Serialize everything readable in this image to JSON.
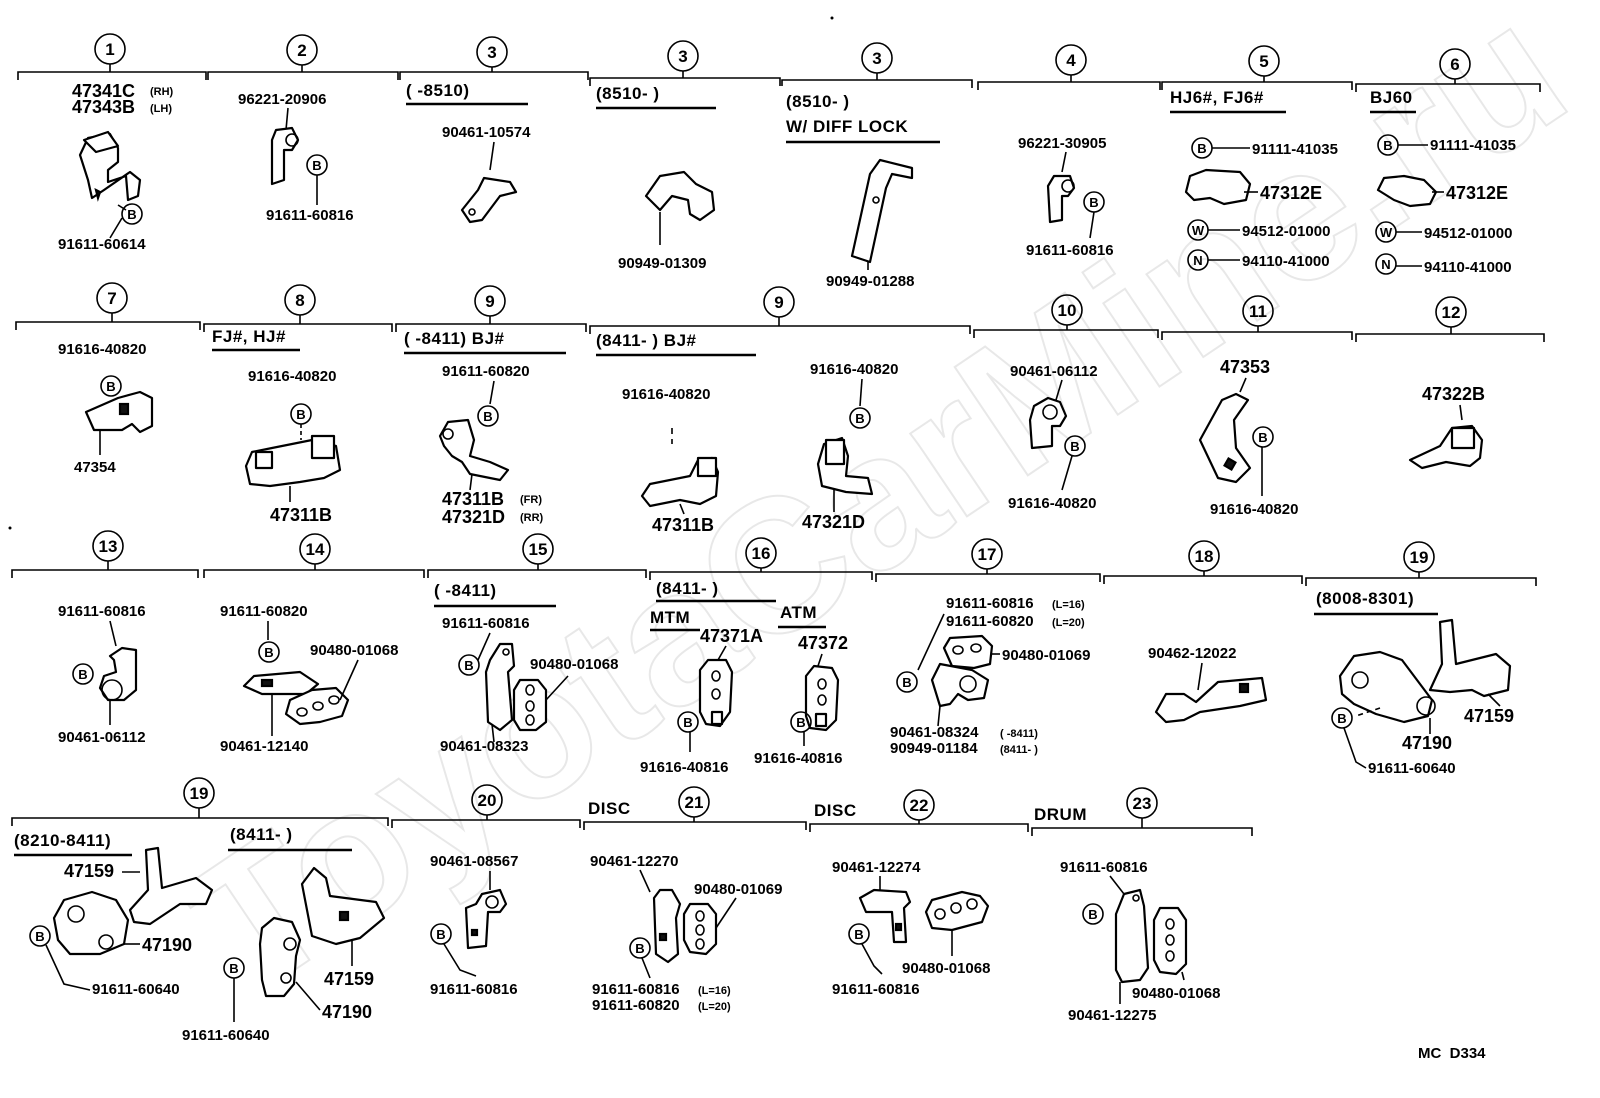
{
  "watermark": "ToyotaCarMine.ru",
  "footer_code": "MC  D334",
  "sections": [
    {
      "num": "1",
      "ref": [
        {
          "t": "47341C",
          "s": "(RH)"
        },
        {
          "t": "47343B",
          "s": "(LH)"
        }
      ],
      "labels": [
        "91611-60614"
      ],
      "letters": [
        "B"
      ]
    },
    {
      "num": "2",
      "labels": [
        "96221-20906",
        "91611-60816"
      ],
      "letters": [
        "B"
      ]
    },
    {
      "num": "3",
      "cond": "(      -8510)",
      "labels": [
        "90461-10574"
      ]
    },
    {
      "num": "3",
      "cond": "(8510-        )",
      "labels": [
        "90949-01309"
      ]
    },
    {
      "num": "3",
      "cond": "(8510-        )",
      "cond2": "W/ DIFF  LOCK",
      "labels": [
        "90949-01288"
      ]
    },
    {
      "num": "4",
      "labels": [
        "96221-30905",
        "91611-60816"
      ],
      "letters": [
        "B"
      ]
    },
    {
      "num": "5",
      "cond": "HJ6#, FJ6#",
      "labels": [
        "91111-41035",
        "47312E",
        "94512-01000",
        "94110-41000"
      ],
      "letters": [
        "B",
        "W",
        "N"
      ]
    },
    {
      "num": "6",
      "cond": "BJ60",
      "labels": [
        "91111-41035",
        "47312E",
        "94512-01000",
        "94110-41000"
      ],
      "letters": [
        "B",
        "W",
        "N"
      ]
    },
    {
      "num": "7",
      "labels": [
        "91616-40820",
        "47354"
      ],
      "letters": [
        "B"
      ]
    },
    {
      "num": "8",
      "cond": "FJ#, HJ#",
      "labels": [
        "91616-40820",
        "47311B"
      ],
      "letters": [
        "B"
      ]
    },
    {
      "num": "9",
      "cond": "(      -8411) BJ#",
      "labels": [
        "91611-60820"
      ],
      "ref": [
        {
          "t": "47311B",
          "s": "(FR)"
        },
        {
          "t": "47321D",
          "s": "(RR)"
        }
      ],
      "letters": [
        "B"
      ]
    },
    {
      "num": "9",
      "cond": "(8411-        ) BJ#",
      "labels": [
        "91616-40820",
        "47311B",
        "91616-40820",
        "47321D"
      ],
      "letters": [
        "B"
      ]
    },
    {
      "num": "10",
      "labels": [
        "90461-06112",
        "91616-40820"
      ],
      "letters": [
        "B"
      ]
    },
    {
      "num": "11",
      "labels": [
        "47353",
        "91616-40820"
      ],
      "letters": [
        "B"
      ]
    },
    {
      "num": "12",
      "labels": [
        "47322B"
      ]
    },
    {
      "num": "13",
      "labels": [
        "91611-60816",
        "90461-06112"
      ],
      "letters": [
        "B"
      ]
    },
    {
      "num": "14",
      "labels": [
        "91611-60820",
        "90480-01068",
        "90461-12140"
      ],
      "letters": [
        "B"
      ]
    },
    {
      "num": "15",
      "cond": "(      -8411)",
      "labels": [
        "91611-60816",
        "90480-01068",
        "90461-08323"
      ],
      "letters": [
        "B"
      ]
    },
    {
      "num": "16",
      "cond": "(8411-        )",
      "cond_a": "MTM",
      "cond_b": "ATM",
      "labels": [
        "47371A",
        "47372",
        "91616-40816",
        "91616-40816"
      ],
      "letters": [
        "B",
        "B"
      ]
    },
    {
      "num": "17",
      "labels": [
        "91611-60816",
        "91611-60820",
        "90480-01069",
        "90461-08324",
        "90949-01184"
      ],
      "suffix": [
        "(L=16)",
        "(L=20)",
        "(      -8411)",
        "(8411-        )"
      ],
      "letters": [
        "B"
      ]
    },
    {
      "num": "18",
      "labels": [
        "90462-12022"
      ]
    },
    {
      "num": "19",
      "cond": "(8008-8301)",
      "labels": [
        "47159",
        "47190",
        "91611-60640"
      ],
      "letters": [
        "B"
      ]
    },
    {
      "num": "19",
      "cond": "(8210-8411)",
      "cond2": "(8411-        )",
      "labels": [
        "47159",
        "47190",
        "91611-60640",
        "47159",
        "47190",
        "91611-60640"
      ],
      "letters": [
        "B",
        "B"
      ]
    },
    {
      "num": "20",
      "labels": [
        "90461-08567",
        "91611-60816"
      ],
      "letters": [
        "B"
      ]
    },
    {
      "num": "21",
      "cond": "DISC",
      "labels": [
        "90461-12270",
        "90480-01069",
        "91611-60816",
        "91611-60820"
      ],
      "suffix": [
        "(L=16)",
        "(L=20)"
      ],
      "letters": [
        "B"
      ]
    },
    {
      "num": "22",
      "cond": "DISC",
      "labels": [
        "90461-12274",
        "90480-01068",
        "91611-60816"
      ],
      "letters": [
        "B"
      ]
    },
    {
      "num": "23",
      "cond": "DRUM",
      "labels": [
        "91611-60816",
        "90480-01068",
        "90461-12275"
      ],
      "letters": [
        "B"
      ]
    }
  ]
}
